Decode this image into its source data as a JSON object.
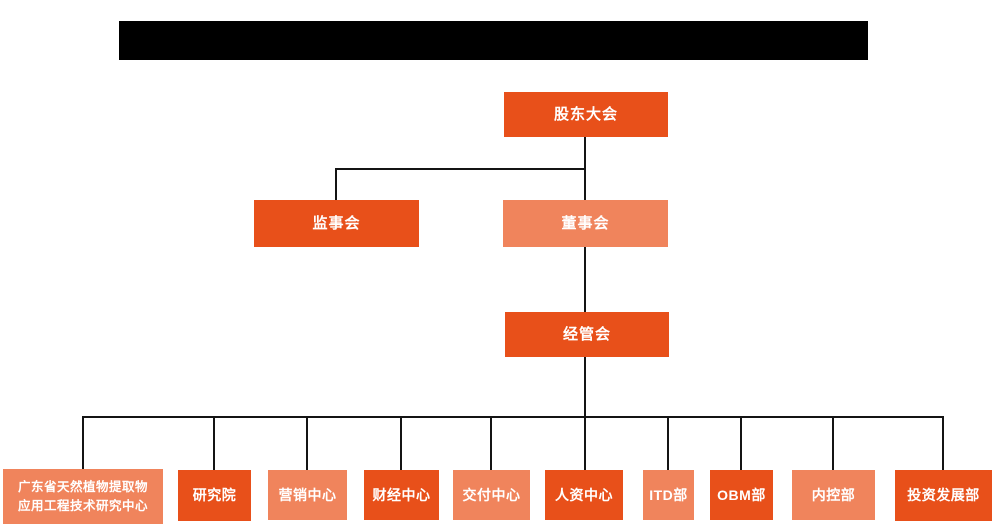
{
  "theme": {
    "primary_box_color": "#E8501A",
    "secondary_box_color": "#F0845C",
    "box_text_color": "#FFFFFF",
    "connector_color": "#141414",
    "redaction_color": "#000000",
    "background_color": "#FFFFFF"
  },
  "title_bar": {
    "note": "redacted-black-bar",
    "text": ""
  },
  "org_chart": {
    "root": {
      "label": "股东大会"
    },
    "level2": {
      "supervisory_board": {
        "label": "监事会"
      },
      "board_of_directors": {
        "label": "董事会"
      }
    },
    "level3": {
      "management_committee": {
        "label": "经管会"
      }
    },
    "departments": [
      {
        "label": "广东省天然植物提取物应用工程技术研究中心"
      },
      {
        "label": "研究院"
      },
      {
        "label": "营销中心"
      },
      {
        "label": "财经中心"
      },
      {
        "label": "交付中心"
      },
      {
        "label": "人资中心"
      },
      {
        "label": "ITD部"
      },
      {
        "label": "OBM部"
      },
      {
        "label": "内控部"
      },
      {
        "label": "投资发展部"
      }
    ]
  }
}
